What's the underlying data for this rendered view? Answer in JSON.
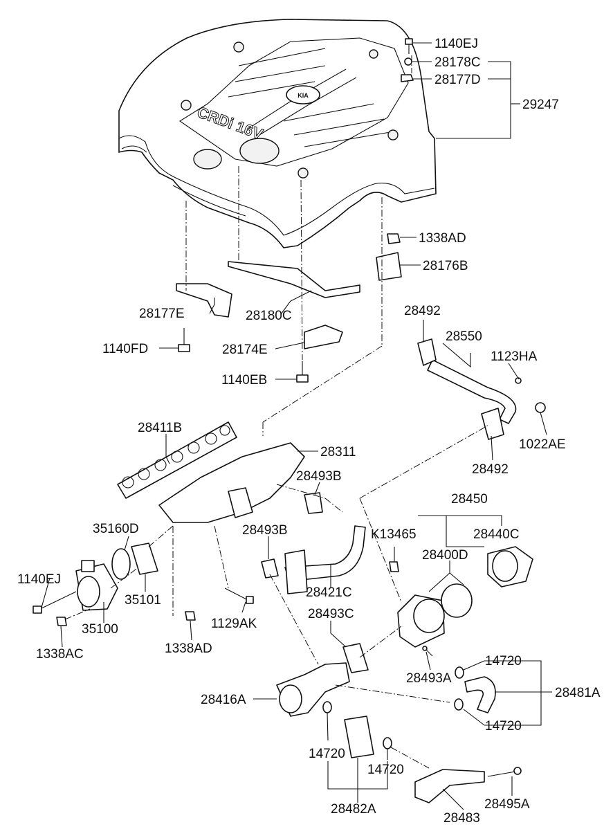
{
  "diagram": {
    "cover_logo": "KIA",
    "cover_badge": "CRDi 16V",
    "labels": {
      "p1140EJ_top": "1140EJ",
      "p28178C": "28178C",
      "p28177D": "28177D",
      "p29247": "29247",
      "p1338AD_top": "1338AD",
      "p28176B": "28176B",
      "p28177E": "28177E",
      "p28180C": "28180C",
      "p1140FD": "1140FD",
      "p28174E": "28174E",
      "p1140EB": "1140EB",
      "p28492_top": "28492",
      "p28550": "28550",
      "p1123HA": "1123HA",
      "p1022AE": "1022AE",
      "p28492_bot": "28492",
      "p28411B": "28411B",
      "p28311": "28311",
      "p28493B_a": "28493B",
      "p28450": "28450",
      "p35160D": "35160D",
      "p28493B_b": "28493B",
      "pK13465": "K13465",
      "p28440C": "28440C",
      "p28400D": "28400D",
      "p1140EJ_left": "1140EJ",
      "p35101": "35101",
      "p28421C": "28421C",
      "p35100": "35100",
      "p1129AK": "1129AK",
      "p28493C": "28493C",
      "p1338AC": "1338AC",
      "p1338AD_bot": "1338AD",
      "p28493A": "28493A",
      "p14720_a": "14720",
      "p28416A": "28416A",
      "p28481A": "28481A",
      "p14720_b": "14720",
      "p14720_c": "14720",
      "p14720_d": "14720",
      "p28482A": "28482A",
      "p28483": "28483",
      "p28495A": "28495A"
    }
  }
}
